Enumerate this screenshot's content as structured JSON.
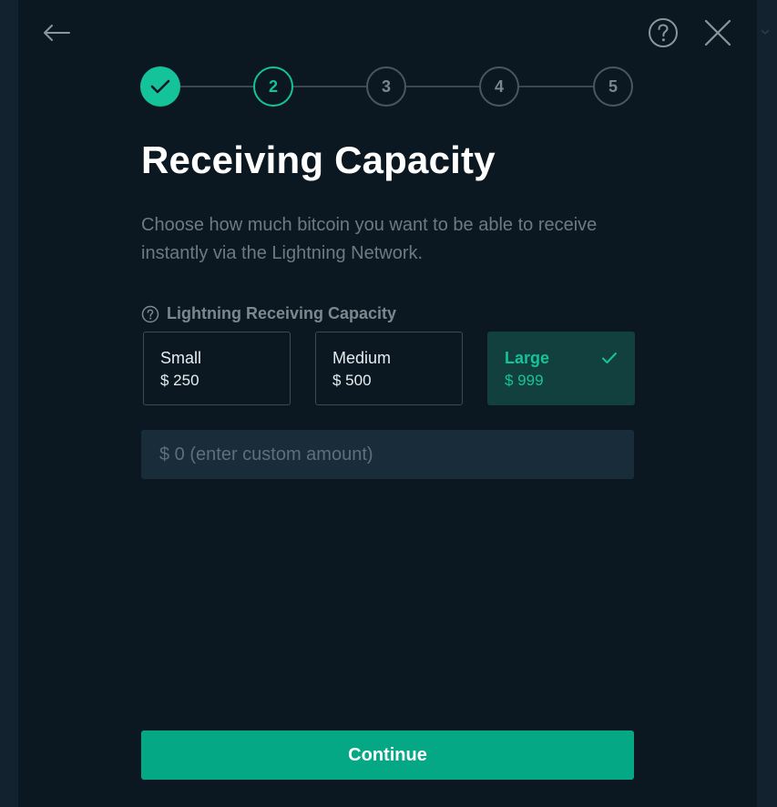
{
  "colors": {
    "accent": "#15c39a",
    "button": "#04a884",
    "panel": "#0c1821",
    "selected_option_bg": "#12403f"
  },
  "header": {
    "back_icon": "arrow-left-icon",
    "help_icon": "question-circle-icon",
    "close_icon": "close-icon"
  },
  "stepper": {
    "steps": [
      {
        "label": "",
        "state": "done",
        "icon": "check-icon"
      },
      {
        "label": "2",
        "state": "active"
      },
      {
        "label": "3",
        "state": "pending"
      },
      {
        "label": "4",
        "state": "pending"
      },
      {
        "label": "5",
        "state": "pending"
      }
    ]
  },
  "main": {
    "title": "Receiving Capacity",
    "description": "Choose how much bitcoin you want to be able to receive instantly via the Lightning Network.",
    "field_label": "Lightning Receiving Capacity",
    "field_label_icon": "question-circle-icon",
    "options": [
      {
        "name": "Small",
        "value": "$ 250",
        "selected": false
      },
      {
        "name": "Medium",
        "value": "$ 500",
        "selected": false
      },
      {
        "name": "Large",
        "value": "$ 999",
        "selected": true,
        "icon": "check-icon"
      }
    ],
    "custom_amount": {
      "value": "",
      "placeholder": "$ 0 (enter custom amount)"
    },
    "continue_label": "Continue"
  }
}
